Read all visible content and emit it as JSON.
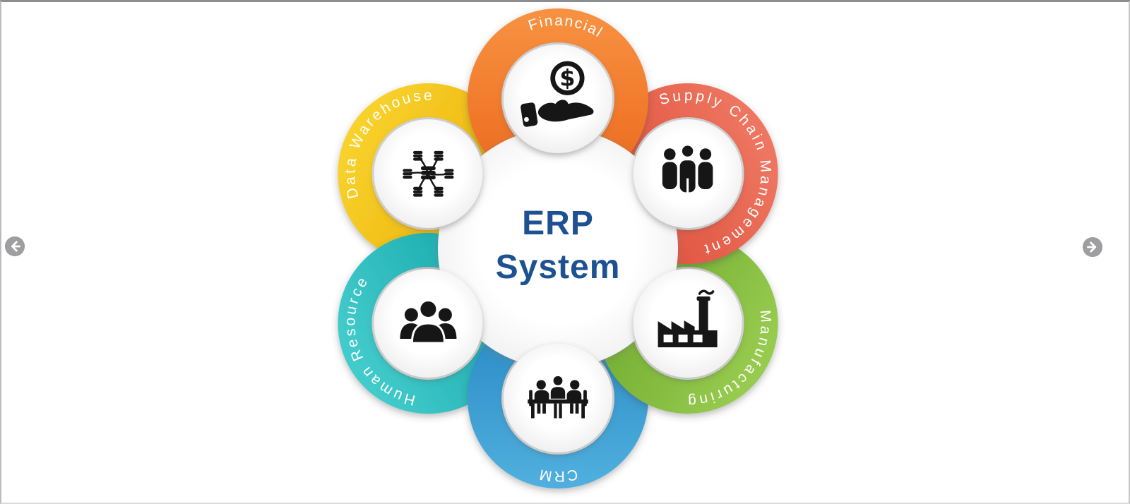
{
  "page": {
    "background": "#ffffff",
    "frame_border_color": "#8d8d8d"
  },
  "carousel": {
    "prev_icon": "arrow-left-circle-icon",
    "next_icon": "arrow-right-circle-icon",
    "arrow_color": "#9e9ea0"
  },
  "diagram": {
    "center_title_line1": "ERP",
    "center_title_line2": "System",
    "center_title_color": "#1e5191",
    "icon_color": "#161616",
    "petals": [
      {
        "label": "Financial",
        "icon": "hand-dollar-icon",
        "color_light": "#f79040",
        "color_dark": "#eb651a"
      },
      {
        "label": "Supply Chain Management",
        "icon": "people-group-icon",
        "color_light": "#ee7660",
        "color_dark": "#dd4c38"
      },
      {
        "label": "Manufacturing",
        "icon": "factory-icon",
        "color_light": "#97cb4f",
        "color_dark": "#6ca82b"
      },
      {
        "label": "CRM",
        "icon": "meeting-icon",
        "color_light": "#4faedd",
        "color_dark": "#2385c2"
      },
      {
        "label": "Human Resource",
        "icon": "team-icon",
        "color_light": "#43cbcb",
        "color_dark": "#14a6aa"
      },
      {
        "label": "Data Warehouse",
        "icon": "database-network-icon",
        "color_light": "#f8d12b",
        "color_dark": "#e9ae06"
      }
    ]
  }
}
